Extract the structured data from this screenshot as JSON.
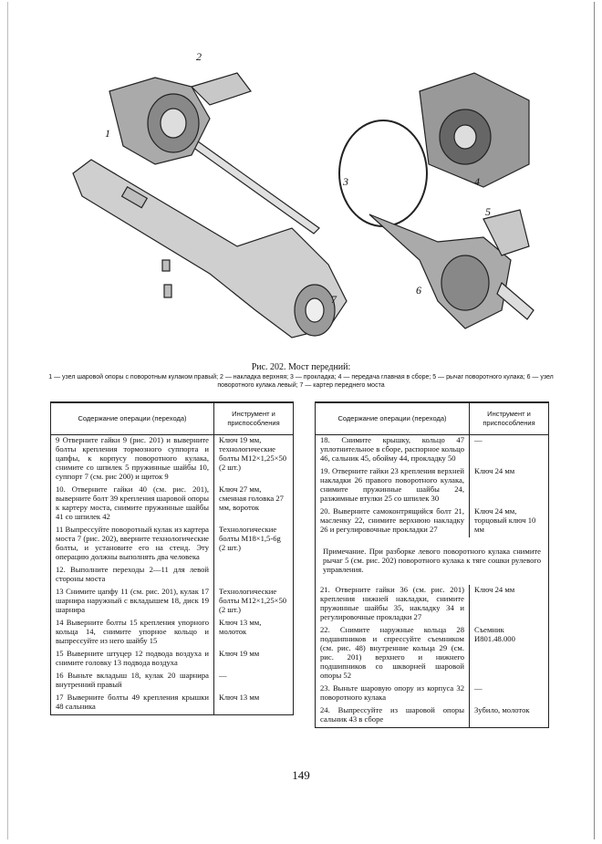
{
  "figure": {
    "labels": [
      "1",
      "2",
      "3",
      "4",
      "5",
      "6",
      "7"
    ]
  },
  "caption": {
    "title": "Рис. 202. Мост передний:",
    "legend": "1 — узел шаровой опоры с поворотным кулаком правый; 2 — накладка верхняя; 3 — прокладка; 4 — передача главная в сборе; 5 — рычаг поворотного кулака; 6 — узел поворотного кулака левый; 7 — картер переднего моста"
  },
  "table_headers": {
    "op": "Содержание операции (перехода)",
    "tool": "Инструмент и приспособления"
  },
  "left_rows": [
    {
      "op": "9 Отверните гайки 9 (рис. 201) и выверните болты крепления тормозного суппорта и цапфы, к корпусу поворотного кулака, снимите со шпилек 5 пружинные шайбы 10, суппорт 7 (см. рис 200) и щиток 9",
      "tool": "Ключ 19 мм, технологические болты M12×1,25×50 (2 шт.)"
    },
    {
      "op": "10. Отверните гайки 40 (см. рис. 201), выверните болт 39 крепления шаровой опоры к картеру моста, снимите пружинные шайбы 41 со шпилек 42",
      "tool": "Ключ 27 мм, сменная головка 27 мм, вороток"
    },
    {
      "op": "11 Выпрессуйте поворотный кулак из картера моста 7 (рис. 202), вверните технологические болты, и установите его на стенд. Эту операцию должны выполнять два человека",
      "tool": "Технологические болты M18×1,5-6g (2 шт.)"
    },
    {
      "op": "12. Выполните переходы 2—11 для левой стороны моста",
      "tool": ""
    },
    {
      "op": "13 Снимите цапфу 11 (см. рис. 201), кулак 17 шарнира наружный с вкладышем 18, диск 19 шарнира",
      "tool": "Технологические болты M12×1,25×50 (2 шт.)"
    },
    {
      "op": "14 Выверните болты 15 крепления упорного кольца 14, снимите упорное кольцо и выпрессуйте из него шайбу 15",
      "tool": "Ключ 13 мм, молоток"
    },
    {
      "op": "15 Выверните штуцер 12 подвода воздуха и снимите головку 13 подвода воздуха",
      "tool": "Ключ 19 мм"
    },
    {
      "op": "16 Выньте вкладыш 18, кулак 20 шарнира внутренний правый",
      "tool": "—"
    },
    {
      "op": "17 Выверните болты 49 крепления крышки 48 сальника",
      "tool": "Ключ 13 мм"
    }
  ],
  "right_rows": [
    {
      "op": "18. Снимите крышку, кольцо 47 уплотнительное в сборе, распорное кольцо 46, сальник 45, обойму 44, прокладку 50",
      "tool": "—"
    },
    {
      "op": "19. Отверните гайки 23 крепления верхней накладки 26 правого поворотного кулака, снимите пружинные шайбы 24, разжимные втулки 25 со шпилек 30",
      "tool": "Ключ 24 мм"
    },
    {
      "op": "20. Выверните самоконтрящийся болт 21, масленку 22, снимите верхнюю накладку 26 и регулировочные прокладки 27",
      "tool": "Ключ 24 мм, торцовый ключ 10 мм"
    }
  ],
  "note": "Примечание. При разборке левого поворотного кулака снимите рычаг 5 (см. рис. 202) поворотного кулака к тяге сошки рулевого управления.",
  "right_rows2": [
    {
      "op": "21. Отверните гайки 36 (см. рис. 201) крепления нижней накладки, снимите пружинные шайбы 35, накладку 34 и регулировочные прокладки 27",
      "tool": "Ключ 24 мм"
    },
    {
      "op": "22. Снимите наружные кольца 28 подшипников и спрессуйте съемником (см. рис. 48) внутренние кольца 29 (см. рис. 201) верхнего и нижнего подшипников со шкворней шаровой опоры 52",
      "tool": "Съемник И801.48.000"
    },
    {
      "op": "23. Выньте шаровую опору из корпуса 32 поворотного кулака",
      "tool": "—"
    },
    {
      "op": "24. Выпрессуйте из шаровой опоры сальник 43 в сборе",
      "tool": "Зубило, молоток"
    }
  ],
  "page_number": "149"
}
